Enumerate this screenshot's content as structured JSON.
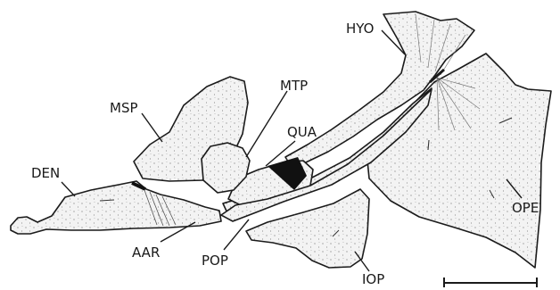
{
  "labels": {
    "hyo": "HYO",
    "mtp": "MTP",
    "msp": "MSP",
    "qua": "QUA",
    "den": "DEN",
    "ope": "OPE",
    "aar": "AAR",
    "pop": "POP",
    "iop": "IOP"
  }
}
